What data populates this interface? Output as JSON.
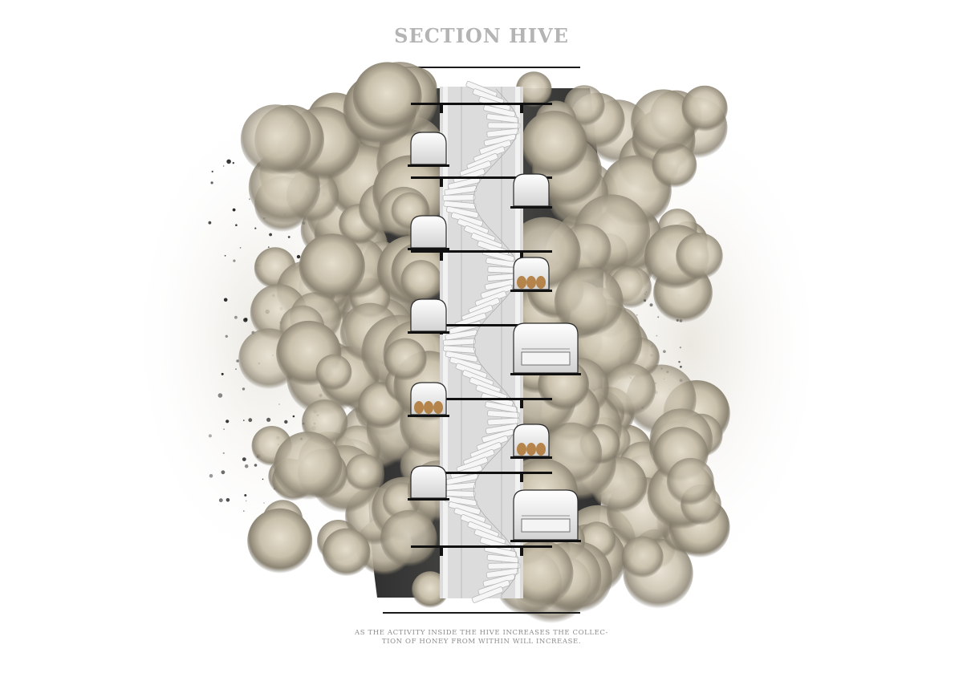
{
  "title": "SECTION HIVE",
  "caption": {
    "line1": "AS THE ACTIVITY INSIDE THE HIVE INCREASES THE COLLEC-",
    "line2": "TION OF HONEY FROM WITHIN WILL INCREASE."
  },
  "colors": {
    "title": "#b4b4b4",
    "rule": "#1a1a1a",
    "caption": "#8c8c8c",
    "cloud_fill": "#cfc7b4",
    "cloud_shadow": "#8a8272",
    "dark_core": "#3a3a3a",
    "pod_fill": "#ececec",
    "stair": "#f6f6f6"
  },
  "drawing": {
    "subject": "architectural section of a vertical hive tower with central spiral staircase, side pods and surrounding honeycomb clouds",
    "floor_count": 7,
    "pods": [
      {
        "side": "left",
        "content": "empty"
      },
      {
        "side": "right",
        "content": "empty"
      },
      {
        "side": "left",
        "content": "empty"
      },
      {
        "side": "right",
        "content": "figures"
      },
      {
        "side": "left",
        "content": "empty"
      },
      {
        "side": "right",
        "content": "bed"
      },
      {
        "side": "left",
        "content": "figures"
      },
      {
        "side": "right",
        "content": "figures"
      },
      {
        "side": "left",
        "content": "empty"
      },
      {
        "side": "right",
        "content": "bed"
      }
    ]
  }
}
